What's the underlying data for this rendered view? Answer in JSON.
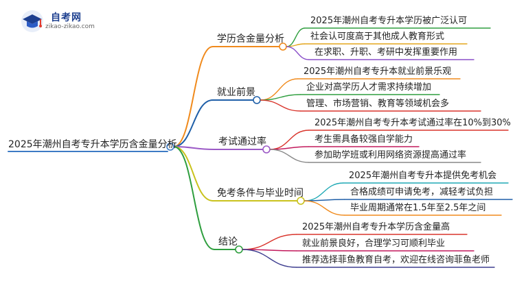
{
  "logo": {
    "brand": "自考网",
    "domain": "zikao-zikao.com"
  },
  "root": {
    "label": "2025年潮州自考专升本学历含金量分析",
    "color": "#3d7bc4"
  },
  "branches": [
    {
      "label": "学历含金量分析",
      "color": "#f08a1c",
      "leaves": [
        {
          "label": "2025年潮州自考专升本学历被广泛认可",
          "color": "#2e9e3e"
        },
        {
          "label": "社会认可度高于其他成人教育形式",
          "color": "#e3a51b"
        },
        {
          "label": "在求职、升职、考研中发挥重要作用",
          "color": "#8a4fc9"
        }
      ]
    },
    {
      "label": "就业前景",
      "color": "#1f5fa8",
      "leaves": [
        {
          "label": "2025年潮州自考专升本就业前景乐观",
          "color": "#f08a1c"
        },
        {
          "label": "企业对高学历人才需求持续增加",
          "color": "#2e9e3e"
        },
        {
          "label": "管理、市场营销、教育等领域机会多",
          "color": "#d9342b"
        }
      ]
    },
    {
      "label": "考试通过率",
      "color": "#9b59c6",
      "leaves": [
        {
          "label": "2025年潮州自考专升本考试通过率在10%到30%",
          "color": "#d9342b"
        },
        {
          "label": "考生需具备较强自学能力",
          "color": "#c2185b"
        },
        {
          "label": "参加助学班或利用网络资源提高通过率",
          "color": "#888888"
        }
      ]
    },
    {
      "label": "免考条件与毕业时间",
      "color": "#c9c21c",
      "leaves": [
        {
          "label": "2025年潮州自考专升本提供免考机会",
          "color": "#1fa9b5"
        },
        {
          "label": "合格成绩可申请免考，减轻考试负担",
          "color": "#1f5fa8"
        },
        {
          "label": "毕业周期通常在1.5年至2.5年之间",
          "color": "#f08a1c"
        }
      ]
    },
    {
      "label": "结论",
      "color": "#2e9e3e",
      "leaves": [
        {
          "label": "2025年潮州自考专升本学历含金量高",
          "color": "#d9342b"
        },
        {
          "label": "就业前景良好，合理学习可顺利毕业",
          "color": "#c2185b"
        },
        {
          "label": "推荐选择菲鱼教育自考，欢迎在线咨询菲鱼老师",
          "color": "#3d3d8f"
        }
      ]
    }
  ]
}
